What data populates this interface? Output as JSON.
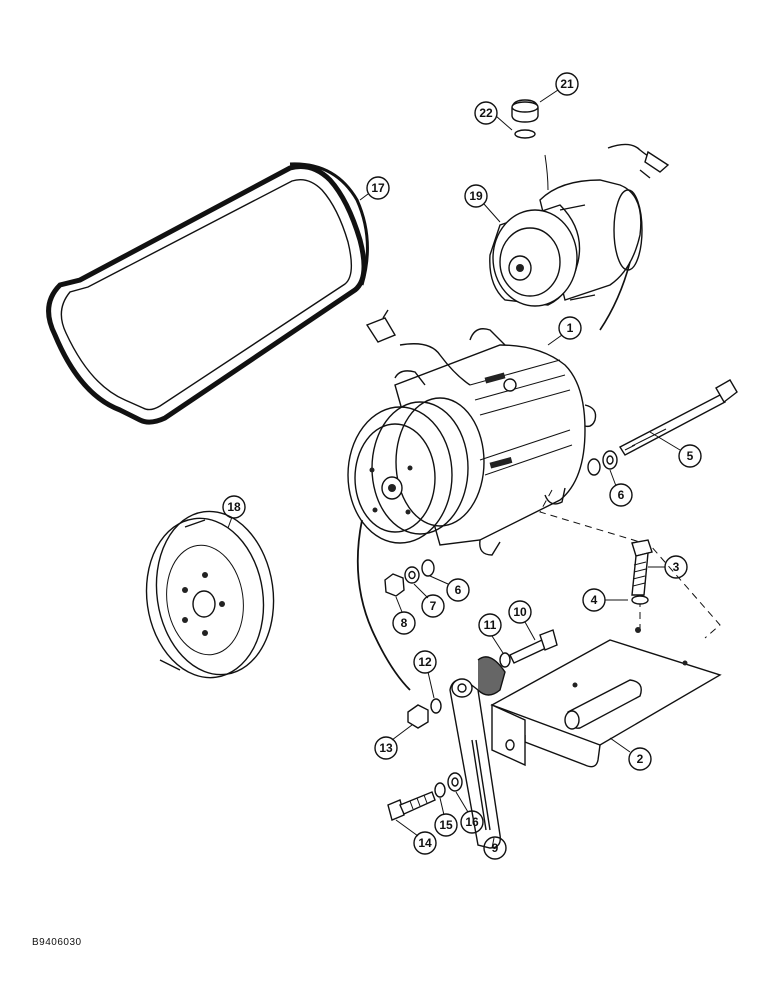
{
  "figure": {
    "reference_code": "B9406030"
  },
  "callouts": [
    {
      "id": "1",
      "label": "1"
    },
    {
      "id": "2",
      "label": "2"
    },
    {
      "id": "3",
      "label": "3"
    },
    {
      "id": "4",
      "label": "4"
    },
    {
      "id": "5",
      "label": "5"
    },
    {
      "id": "6a",
      "label": "6"
    },
    {
      "id": "6b",
      "label": "6"
    },
    {
      "id": "7",
      "label": "7"
    },
    {
      "id": "8",
      "label": "8"
    },
    {
      "id": "9",
      "label": "9"
    },
    {
      "id": "10",
      "label": "10"
    },
    {
      "id": "11",
      "label": "11"
    },
    {
      "id": "12",
      "label": "12"
    },
    {
      "id": "13",
      "label": "13"
    },
    {
      "id": "14",
      "label": "14"
    },
    {
      "id": "15",
      "label": "15"
    },
    {
      "id": "16",
      "label": "16"
    },
    {
      "id": "17",
      "label": "17"
    },
    {
      "id": "18",
      "label": "18"
    },
    {
      "id": "19",
      "label": "19"
    },
    {
      "id": "21",
      "label": "21"
    },
    {
      "id": "22",
      "label": "22"
    }
  ]
}
